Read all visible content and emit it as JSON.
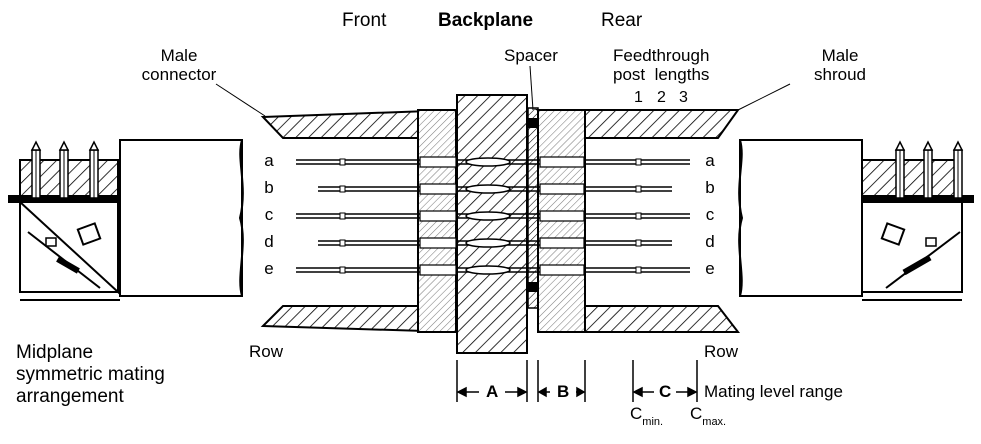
{
  "labels": {
    "front": "Front",
    "backplane": "Backplane",
    "rear": "Rear",
    "male_connector": [
      "Male",
      "connector"
    ],
    "spacer": "Spacer",
    "feedthrough": [
      "Feedthrough",
      "post  lengths"
    ],
    "length_numbers": [
      "1",
      "2",
      "3"
    ],
    "male_shroud": [
      "Male",
      "shroud"
    ],
    "row_left": "Row",
    "row_right": "Row",
    "caption": [
      "Midplane",
      "symmetric mating",
      "arrangement"
    ],
    "dim_a": "A",
    "dim_b": "B",
    "dim_c": "C",
    "mating_level": "Mating level range",
    "c_min": {
      "base": "C",
      "sub": "min."
    },
    "c_max": {
      "base": "C",
      "sub": "max."
    }
  },
  "rows": [
    "a",
    "b",
    "c",
    "d",
    "e"
  ],
  "colors": {
    "ink": "#000000",
    "paper": "#ffffff"
  }
}
